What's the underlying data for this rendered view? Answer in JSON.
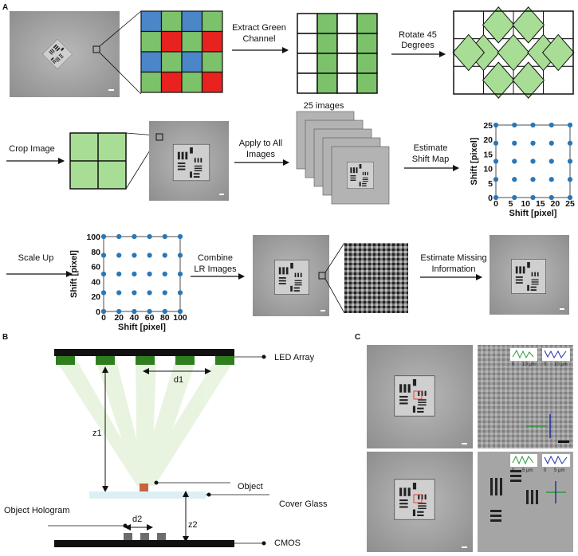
{
  "panels": {
    "a": "A",
    "b": "B",
    "c": "C"
  },
  "colors": {
    "green": "#7cc26b",
    "light_green": "#a8dd95",
    "red": "#e8231f",
    "blue": "#4a86c8",
    "dot": "#2a77b6",
    "led": "#2f7d1f",
    "object": "#c8653a"
  },
  "steps": {
    "extract_1": "Extract Green",
    "extract_2": "Channel",
    "rotate_1": "Rotate 45",
    "rotate_2": "Degrees",
    "crop": "Crop Image",
    "apply_1": "Apply to All",
    "apply_2": "Images",
    "stack": "25 images",
    "estimate_1": "Estimate",
    "estimate_2": "Shift Map",
    "scale": "Scale Up",
    "combine_1": "Combine",
    "combine_2": "LR Images",
    "missing_1": "Estimate Missing",
    "missing_2": "Information"
  },
  "panel_b": {
    "led": "LED Array",
    "d1": "d1",
    "z1": "z1",
    "object": "Object",
    "cover": "Cover Glass",
    "hologram": "Object Hologram",
    "d2": "d2",
    "z2": "z2",
    "cmos": "CMOS"
  },
  "panel_c": {
    "scale_1": "10 μm",
    "scale_2": "5 μm",
    "zero": "0"
  },
  "chart_data": [
    {
      "type": "scatter",
      "xlabel": "Shift [pixel]",
      "ylabel": "Shift [pixel]",
      "xticks": [
        "0",
        "5",
        "10",
        "15",
        "20",
        "25"
      ],
      "yticks": [
        "0",
        "5",
        "10",
        "15",
        "20",
        "25"
      ],
      "xlim": [
        0,
        25
      ],
      "ylim": [
        0,
        25
      ],
      "points": [
        [
          0,
          0
        ],
        [
          6.25,
          0
        ],
        [
          12.5,
          0
        ],
        [
          18.75,
          0
        ],
        [
          25,
          0
        ],
        [
          0,
          6.25
        ],
        [
          6.25,
          6.25
        ],
        [
          12.5,
          6.25
        ],
        [
          18.75,
          6.25
        ],
        [
          25,
          6.25
        ],
        [
          0,
          12.5
        ],
        [
          6.25,
          12.5
        ],
        [
          12.5,
          12.5
        ],
        [
          18.75,
          12.5
        ],
        [
          25,
          12.5
        ],
        [
          0,
          18.75
        ],
        [
          6.25,
          18.75
        ],
        [
          12.5,
          18.75
        ],
        [
          18.75,
          18.75
        ],
        [
          25,
          18.75
        ],
        [
          0,
          25
        ],
        [
          6.25,
          25
        ],
        [
          12.5,
          25
        ],
        [
          18.75,
          25
        ],
        [
          25,
          25
        ]
      ]
    },
    {
      "type": "scatter",
      "xlabel": "Shift [pixel]",
      "ylabel": "Shift [pixel]",
      "xticks": [
        "0",
        "20",
        "40",
        "60",
        "80",
        "100"
      ],
      "yticks": [
        "0",
        "20",
        "40",
        "60",
        "80",
        "100"
      ],
      "xlim": [
        0,
        100
      ],
      "ylim": [
        0,
        100
      ],
      "points": [
        [
          0,
          0
        ],
        [
          20,
          0
        ],
        [
          40,
          0
        ],
        [
          60,
          0
        ],
        [
          80,
          0
        ],
        [
          100,
          0
        ],
        [
          0,
          25
        ],
        [
          20,
          25
        ],
        [
          40,
          25
        ],
        [
          60,
          25
        ],
        [
          80,
          25
        ],
        [
          100,
          25
        ],
        [
          0,
          50
        ],
        [
          20,
          50
        ],
        [
          40,
          50
        ],
        [
          60,
          50
        ],
        [
          80,
          50
        ],
        [
          100,
          50
        ],
        [
          0,
          75
        ],
        [
          20,
          75
        ],
        [
          40,
          75
        ],
        [
          60,
          75
        ],
        [
          80,
          75
        ],
        [
          100,
          75
        ],
        [
          0,
          100
        ],
        [
          20,
          100
        ],
        [
          40,
          100
        ],
        [
          60,
          100
        ],
        [
          80,
          100
        ],
        [
          100,
          100
        ]
      ]
    }
  ]
}
